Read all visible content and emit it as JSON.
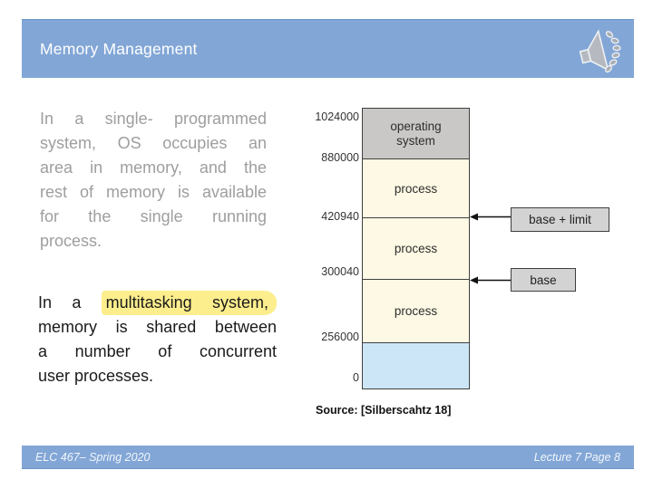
{
  "header": {
    "title": "Memory Management",
    "bar_color": "#82a6d6",
    "speaker_icon": "speaker-icon"
  },
  "body": {
    "paragraph1": {
      "text_color": "#9e9e9e",
      "lines": [
        "In a single- programmed",
        "system, OS occupies an",
        "area in memory, and the",
        "rest of memory is available",
        "for the single running",
        "process."
      ]
    },
    "paragraph2": {
      "highlight_color": "#fcee8d",
      "line1_pre": "In a ",
      "line1_highlight": "multitasking system,",
      "lines": [
        "memory is shared between",
        "a number of concurrent",
        "user processes."
      ]
    },
    "source": "Source: [Silberscahtz 18]"
  },
  "diagram": {
    "addresses": [
      "1024000",
      "880000",
      "420940",
      "300040",
      "256000",
      "0"
    ],
    "sections": [
      {
        "label": "operating system",
        "fill": "#c9c8c6"
      },
      {
        "label": "process",
        "fill": "#fdf9e4"
      },
      {
        "label": "process",
        "fill": "#fdf9e4"
      },
      {
        "label": "process",
        "fill": "#fdf9e4"
      },
      {
        "label": "",
        "fill": "#cde6f7"
      }
    ],
    "pointers": [
      {
        "label": "base + limit"
      },
      {
        "label": "base"
      }
    ],
    "border_color": "#3f3f3f"
  },
  "footer": {
    "left": "ELC 467– Spring 2020",
    "right": "Lecture 7 Page 8",
    "bar_color": "#82a6d6"
  }
}
